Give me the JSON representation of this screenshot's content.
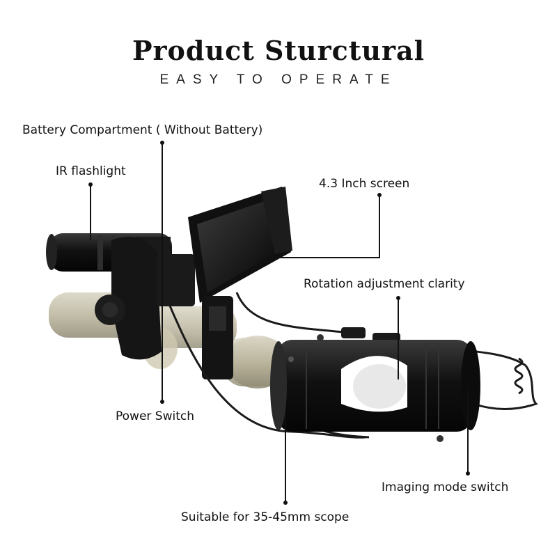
{
  "header": {
    "title": "Product Sturctural",
    "subtitle": "EASY TO OPERATE"
  },
  "callouts": {
    "battery_compartment": "Battery Compartment ( Without Battery)",
    "ir_flashlight": "IR flashlight",
    "screen": "4.3 Inch screen",
    "rotation_adjustment": "Rotation adjustment clarity",
    "power_switch": "Power Switch",
    "imaging_mode_switch": "Imaging mode switch",
    "scope_compatibility": "Suitable for 35-45mm scope"
  }
}
